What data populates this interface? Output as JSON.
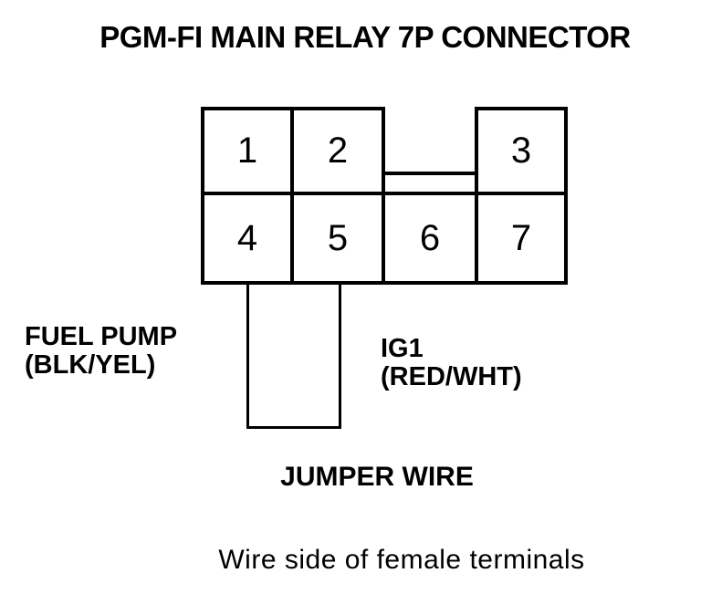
{
  "title": "PGM-FI MAIN RELAY 7P CONNECTOR",
  "connector": {
    "name": "PGM-FI main relay 7P connector",
    "pins": [
      "1",
      "2",
      "3",
      "4",
      "5",
      "6",
      "7"
    ]
  },
  "labels": {
    "fuel_pump": {
      "line1": "FUEL PUMP",
      "line2": "(BLK/YEL)"
    },
    "ig1": {
      "line1": "IG1",
      "line2": "(RED/WHT)"
    },
    "jumper_wire": "JUMPER WIRE",
    "caption": "Wire side of female terminals"
  },
  "colors": {
    "line": "#000000",
    "background": "#ffffff",
    "text": "#000000"
  }
}
